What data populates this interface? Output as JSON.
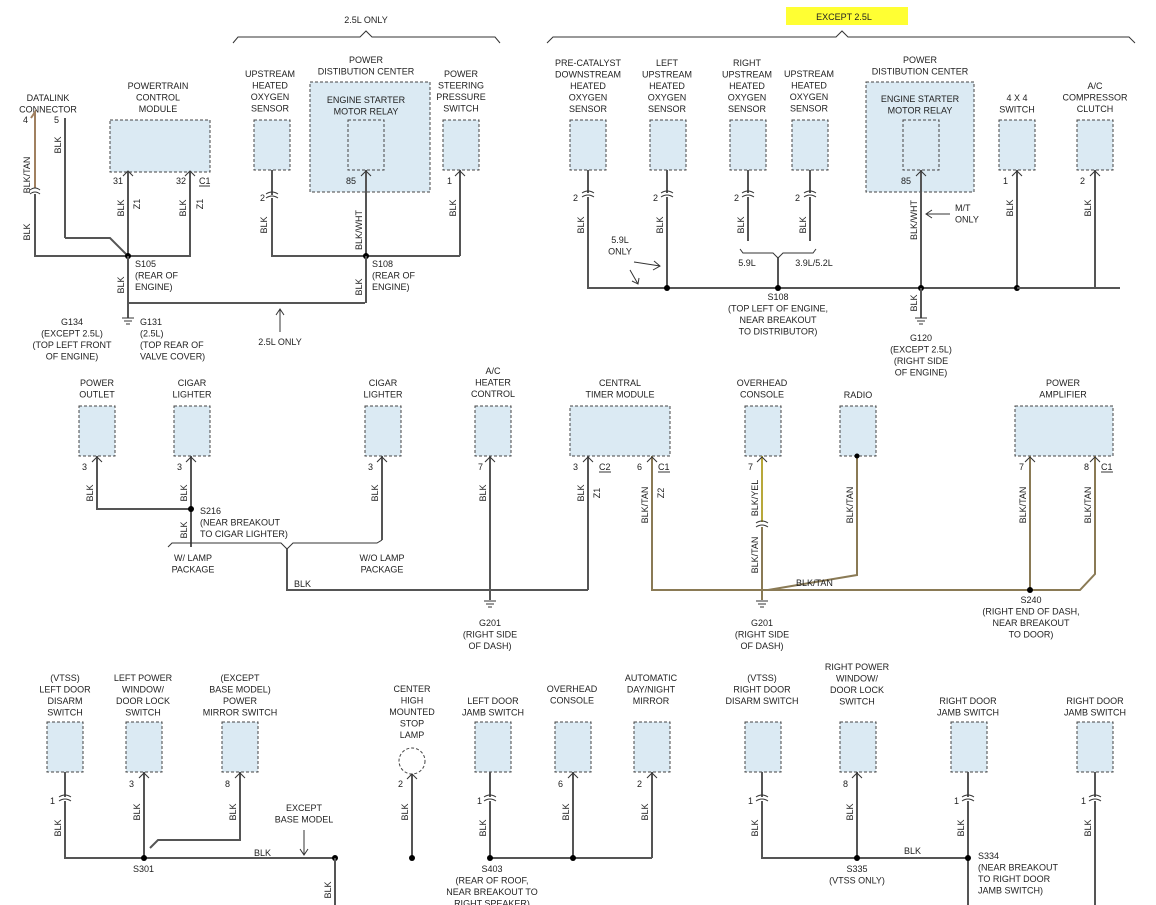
{
  "header": {
    "only_25": "2.5L ONLY",
    "except_25": "EXCEPT 2.5L",
    "highlight_color": "#ffff33"
  },
  "components": {
    "datalink": [
      "DATALINK",
      "CONNECTOR"
    ],
    "pcm": [
      "POWERTRAIN",
      "CONTROL",
      "MODULE"
    ],
    "upstream_o2_a": [
      "UPSTREAM",
      "HEATED",
      "OXYGEN",
      "SENSOR"
    ],
    "pdc_a": [
      "POWER",
      "DISTIBUTION CENTER"
    ],
    "starter_relay_a": [
      "ENGINE STARTER",
      "MOTOR RELAY"
    ],
    "ps_switch": [
      "POWER",
      "STEERING",
      "PRESSURE",
      "SWITCH"
    ],
    "precat": [
      "PRE-CATALYST",
      "DOWNSTREAM",
      "HEATED",
      "OXYGEN",
      "SENSOR"
    ],
    "left_upstream": [
      "LEFT",
      "UPSTREAM",
      "HEATED",
      "OXYGEN",
      "SENSOR"
    ],
    "right_upstream": [
      "RIGHT",
      "UPSTREAM",
      "HEATED",
      "OXYGEN",
      "SENSOR"
    ],
    "upstream_o2_b": [
      "UPSTREAM",
      "HEATED",
      "OXYGEN",
      "SENSOR"
    ],
    "pdc_b": [
      "POWER",
      "DISTIBUTION CENTER"
    ],
    "starter_relay_b": [
      "ENGINE STARTER",
      "MOTOR RELAY"
    ],
    "switch_4x4": [
      "4 X 4",
      "SWITCH"
    ],
    "ac_clutch": [
      "A/C",
      "COMPRESSOR",
      "CLUTCH"
    ],
    "power_outlet": [
      "POWER",
      "OUTLET"
    ],
    "cigar_1": [
      "CIGAR",
      "LIGHTER"
    ],
    "cigar_2": [
      "CIGAR",
      "LIGHTER"
    ],
    "ac_heater": [
      "A/C",
      "HEATER",
      "CONTROL"
    ],
    "ctm": [
      "CENTRAL",
      "TIMER MODULE"
    ],
    "overhead_1": [
      "OVERHEAD",
      "CONSOLE"
    ],
    "radio": [
      "RADIO"
    ],
    "amplifier": [
      "POWER",
      "AMPLIFIER"
    ],
    "left_disarm": [
      "(VTSS)",
      "LEFT DOOR",
      "DISARM",
      "SWITCH"
    ],
    "left_window": [
      "LEFT POWER",
      "WINDOW/",
      "DOOR LOCK",
      "SWITCH"
    ],
    "mirror_sw": [
      "(EXCEPT",
      "BASE MODEL)",
      "POWER",
      "MIRROR SWITCH"
    ],
    "chmsl": [
      "CENTER",
      "HIGH",
      "MOUNTED",
      "STOP",
      "LAMP"
    ],
    "left_jamb": [
      "LEFT DOOR",
      "JAMB SWITCH"
    ],
    "overhead_2": [
      "OVERHEAD",
      "CONSOLE"
    ],
    "auto_mirror": [
      "AUTOMATIC",
      "DAY/NIGHT",
      "MIRROR"
    ],
    "right_disarm": [
      "(VTSS)",
      "RIGHT DOOR",
      "DISARM SWITCH"
    ],
    "right_window": [
      "RIGHT POWER",
      "WINDOW/",
      "DOOR LOCK",
      "SWITCH"
    ],
    "right_jamb_1": [
      "RIGHT DOOR",
      "JAMB SWITCH"
    ],
    "right_jamb_2": [
      "RIGHT DOOR",
      "JAMB SWITCH"
    ]
  },
  "pins": {
    "p4": "4",
    "p5": "5",
    "p31": "31",
    "p32": "32",
    "c1a": "C1",
    "p2a": "2",
    "p85a": "85",
    "p1a": "1",
    "p2b": "2",
    "p2c": "2",
    "p2d": "2",
    "p2e": "2",
    "p85b": "85",
    "p1b": "1",
    "p2f": "2",
    "p3a": "3",
    "p3b": "3",
    "p3c": "3",
    "p7a": "7",
    "p3d": "3",
    "c2": "C2",
    "p6a": "6",
    "c1b": "C1",
    "p7b": "7",
    "p7c": "7",
    "p8a": "8",
    "c1c": "C1",
    "p1c": "1",
    "p3e": "3",
    "p8b": "8",
    "p2g": "2",
    "p1d": "1",
    "p6b": "6",
    "p2h": "2",
    "p1e": "1",
    "p8c": "8",
    "p1f": "1",
    "p1g": "1"
  },
  "wires": {
    "blk_tan": "BLK/TAN",
    "blk": "BLK",
    "z1": "Z1",
    "z2": "Z2",
    "blk_wht": "BLK/WHT",
    "blk_yel": "BLK/YEL"
  },
  "splices": {
    "s105": [
      "S105",
      "(REAR OF",
      "ENGINE)"
    ],
    "s108a": [
      "S108",
      "(REAR OF",
      "ENGINE)"
    ],
    "g134": [
      "G134",
      "(EXCEPT 2.5L)",
      "(TOP LEFT FRONT",
      "OF ENGINE)"
    ],
    "g131": [
      "G131",
      "(2.5L)",
      "(TOP REAR OF",
      "VALVE COVER)"
    ],
    "only_25_note": "2.5L ONLY",
    "s108b": [
      "S108",
      "(TOP LEFT OF ENGINE,",
      "NEAR BREAKOUT",
      "TO DISTRIBUTOR)"
    ],
    "only_59": [
      "5.9L",
      "ONLY"
    ],
    "l59": "5.9L",
    "l39": "3.9L/5.2L",
    "mt_only": [
      "M/T",
      "ONLY"
    ],
    "g120": [
      "G120",
      "(EXCEPT 2.5L)",
      "(RIGHT SIDE",
      "OF ENGINE)"
    ],
    "s216": [
      "S216",
      "(NEAR BREAKOUT",
      "TO CIGAR LIGHTER)"
    ],
    "w_lamp": [
      "W/ LAMP",
      "PACKAGE"
    ],
    "wo_lamp": [
      "W/O LAMP",
      "PACKAGE"
    ],
    "g201a": [
      "G201",
      "(RIGHT SIDE",
      "OF DASH)"
    ],
    "g201b": [
      "G201",
      "(RIGHT SIDE",
      "OF DASH)"
    ],
    "s240": [
      "S240",
      "(RIGHT END OF DASH,",
      "NEAR BREAKOUT",
      "TO DOOR)"
    ],
    "except_base": [
      "EXCEPT",
      "BASE MODEL"
    ],
    "s301": "S301",
    "s403": [
      "S403",
      "(REAR OF ROOF,",
      "NEAR BREAKOUT TO",
      "RIGHT SPEAKER)"
    ],
    "s335": [
      "S335",
      "(VTSS ONLY)"
    ],
    "s334": [
      "S334",
      "(NEAR BREAKOUT",
      "TO RIGHT DOOR",
      "JAMB SWITCH)"
    ]
  }
}
